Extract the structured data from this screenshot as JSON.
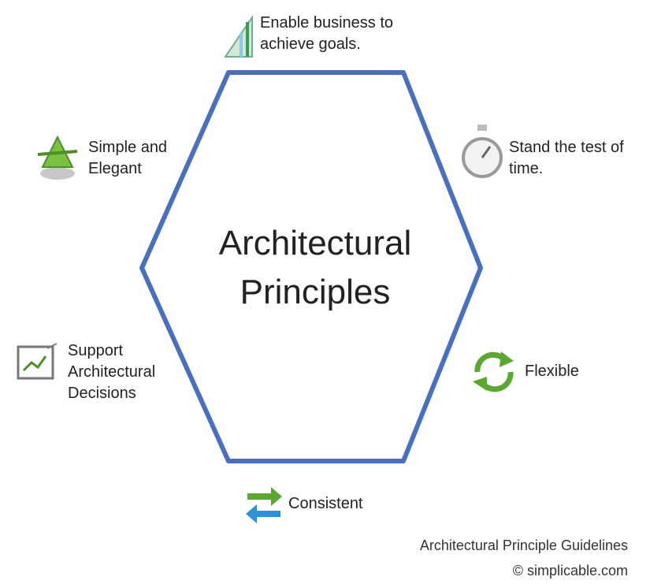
{
  "diagram": {
    "title_line1": "Architectural",
    "title_line2": "Principles",
    "principles": {
      "top": {
        "line1": "Enable business to",
        "line2": "achieve goals.",
        "icon": "chart-icon"
      },
      "top_right": {
        "line1": "Stand the test of",
        "line2": "time.",
        "icon": "stopwatch-icon"
      },
      "right": {
        "line1": "Flexible",
        "icon": "recycle-arrows-icon"
      },
      "bottom": {
        "line1": "Consistent",
        "icon": "swap-arrows-icon"
      },
      "left": {
        "line1": "Support",
        "line2": "Architectural",
        "line3": "Decisions",
        "icon": "document-chart-icon"
      },
      "top_left": {
        "line1": "Simple and",
        "line2": "Elegant",
        "icon": "balance-icon"
      }
    },
    "credit_line1": "Architectural Principle Guidelines",
    "credit_line2": "© simplicable.com",
    "colors": {
      "hexagon_stroke": "#4a6fc0",
      "green": "#5aa832",
      "blue": "#2f8fd8"
    }
  }
}
